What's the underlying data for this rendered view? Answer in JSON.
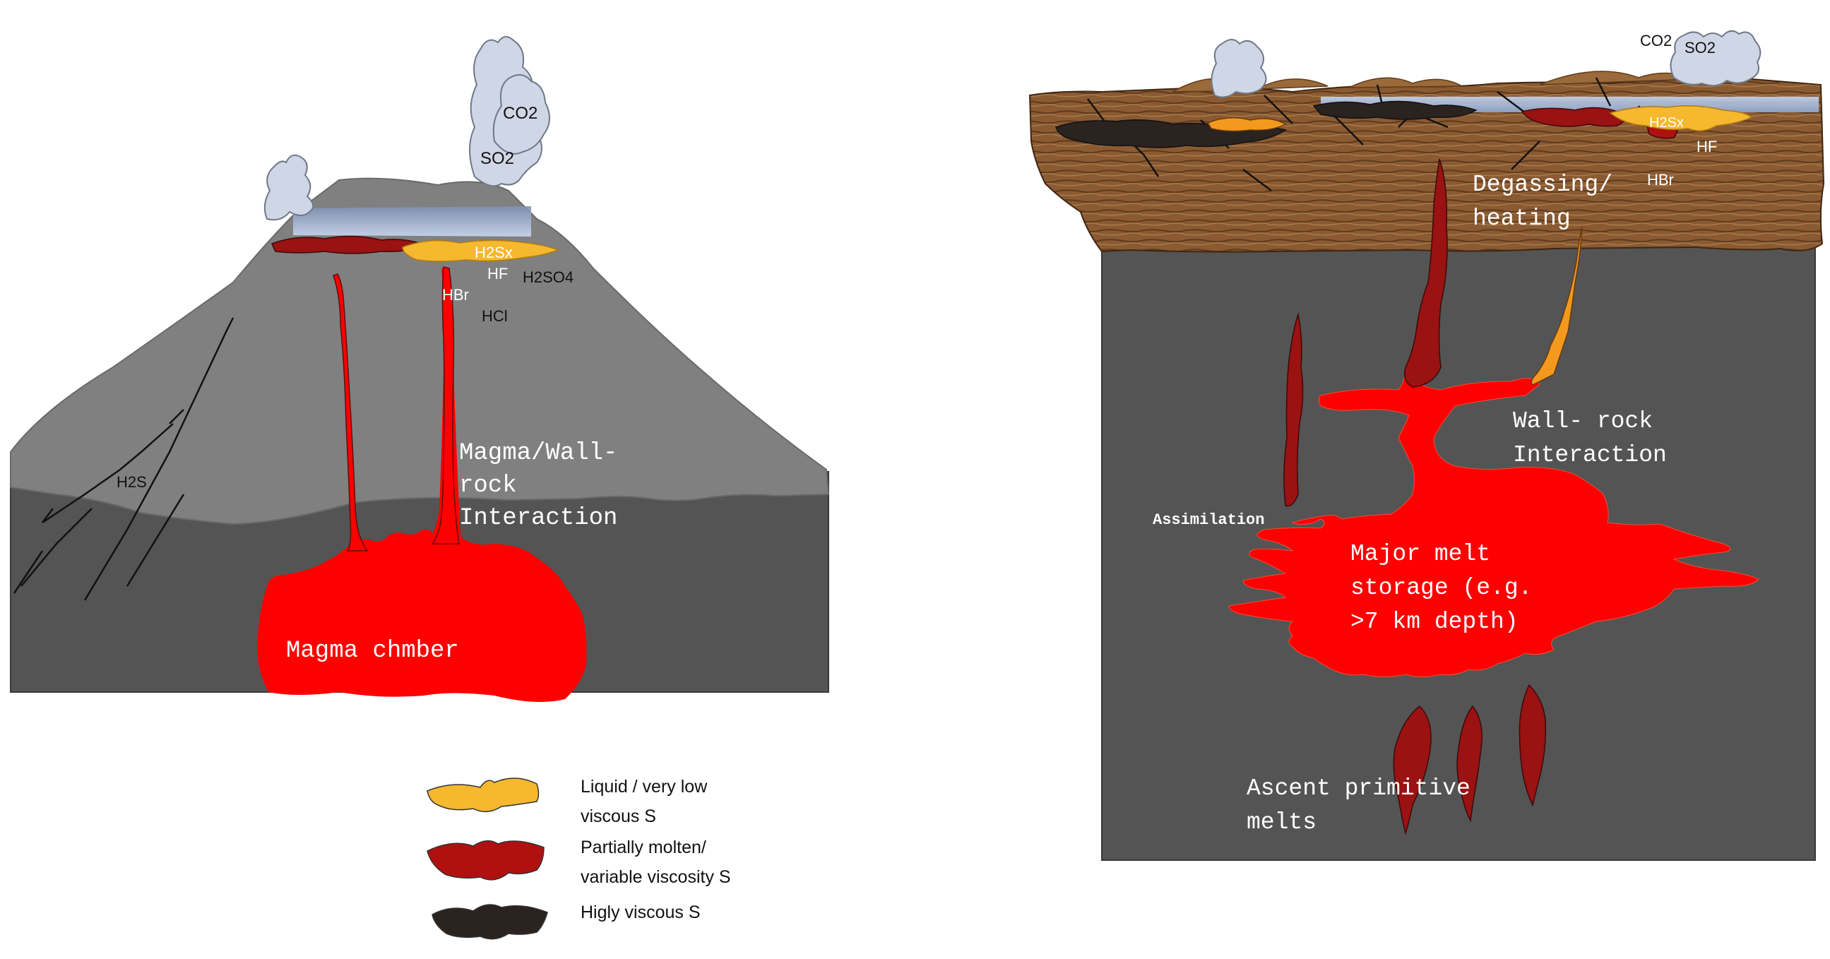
{
  "left_panel": {
    "gases": {
      "co2": "CO2",
      "so2": "SO2",
      "h2sx": "H2Sx",
      "hf": "HF",
      "h2so4": "H2SO4",
      "hbr": "HBr",
      "hcl": "HCl",
      "h2s": "H2S"
    },
    "labels": {
      "interaction_line1": "Magma/Wall-",
      "interaction_line2": "rock",
      "interaction_line3": "Interaction",
      "chamber": "Magma chmber"
    }
  },
  "legend": {
    "items": [
      {
        "line1": "Liquid / very low",
        "line2": "viscous S",
        "color": "#f5b82e"
      },
      {
        "line1": "Partially molten/",
        "line2": "variable viscosity  S",
        "color": "#b01010"
      },
      {
        "line1": "Higly viscous S",
        "line2": "",
        "color": "#2a2320"
      }
    ]
  },
  "right_panel": {
    "gases": {
      "co2": "CO2",
      "so2": "SO2",
      "h2sx": "H2Sx",
      "hf": "HF",
      "hbr": "HBr"
    },
    "labels": {
      "degassing_line1": "Degassing/",
      "degassing_line2": "heating",
      "wallrock_line1": "Wall- rock",
      "wallrock_line2": "Interaction",
      "assimilation": "Assimilation",
      "storage_line1": "Major melt",
      "storage_line2": "storage (e.g.",
      "storage_line3": ">7 km depth)",
      "ascent_line1": "Ascent primitive",
      "ascent_line2": "melts"
    }
  },
  "colors": {
    "ground_dark": "#545454",
    "cone_gray": "#808080",
    "magma": "#ff0000",
    "dark_red": "#9a1212",
    "sulfur_yellow": "#f5b82e",
    "orange": "#f39a1e",
    "crust_brown": "#8a5a32",
    "lake_blue": "#a9bfe0",
    "plume": "#cfd6e6"
  }
}
